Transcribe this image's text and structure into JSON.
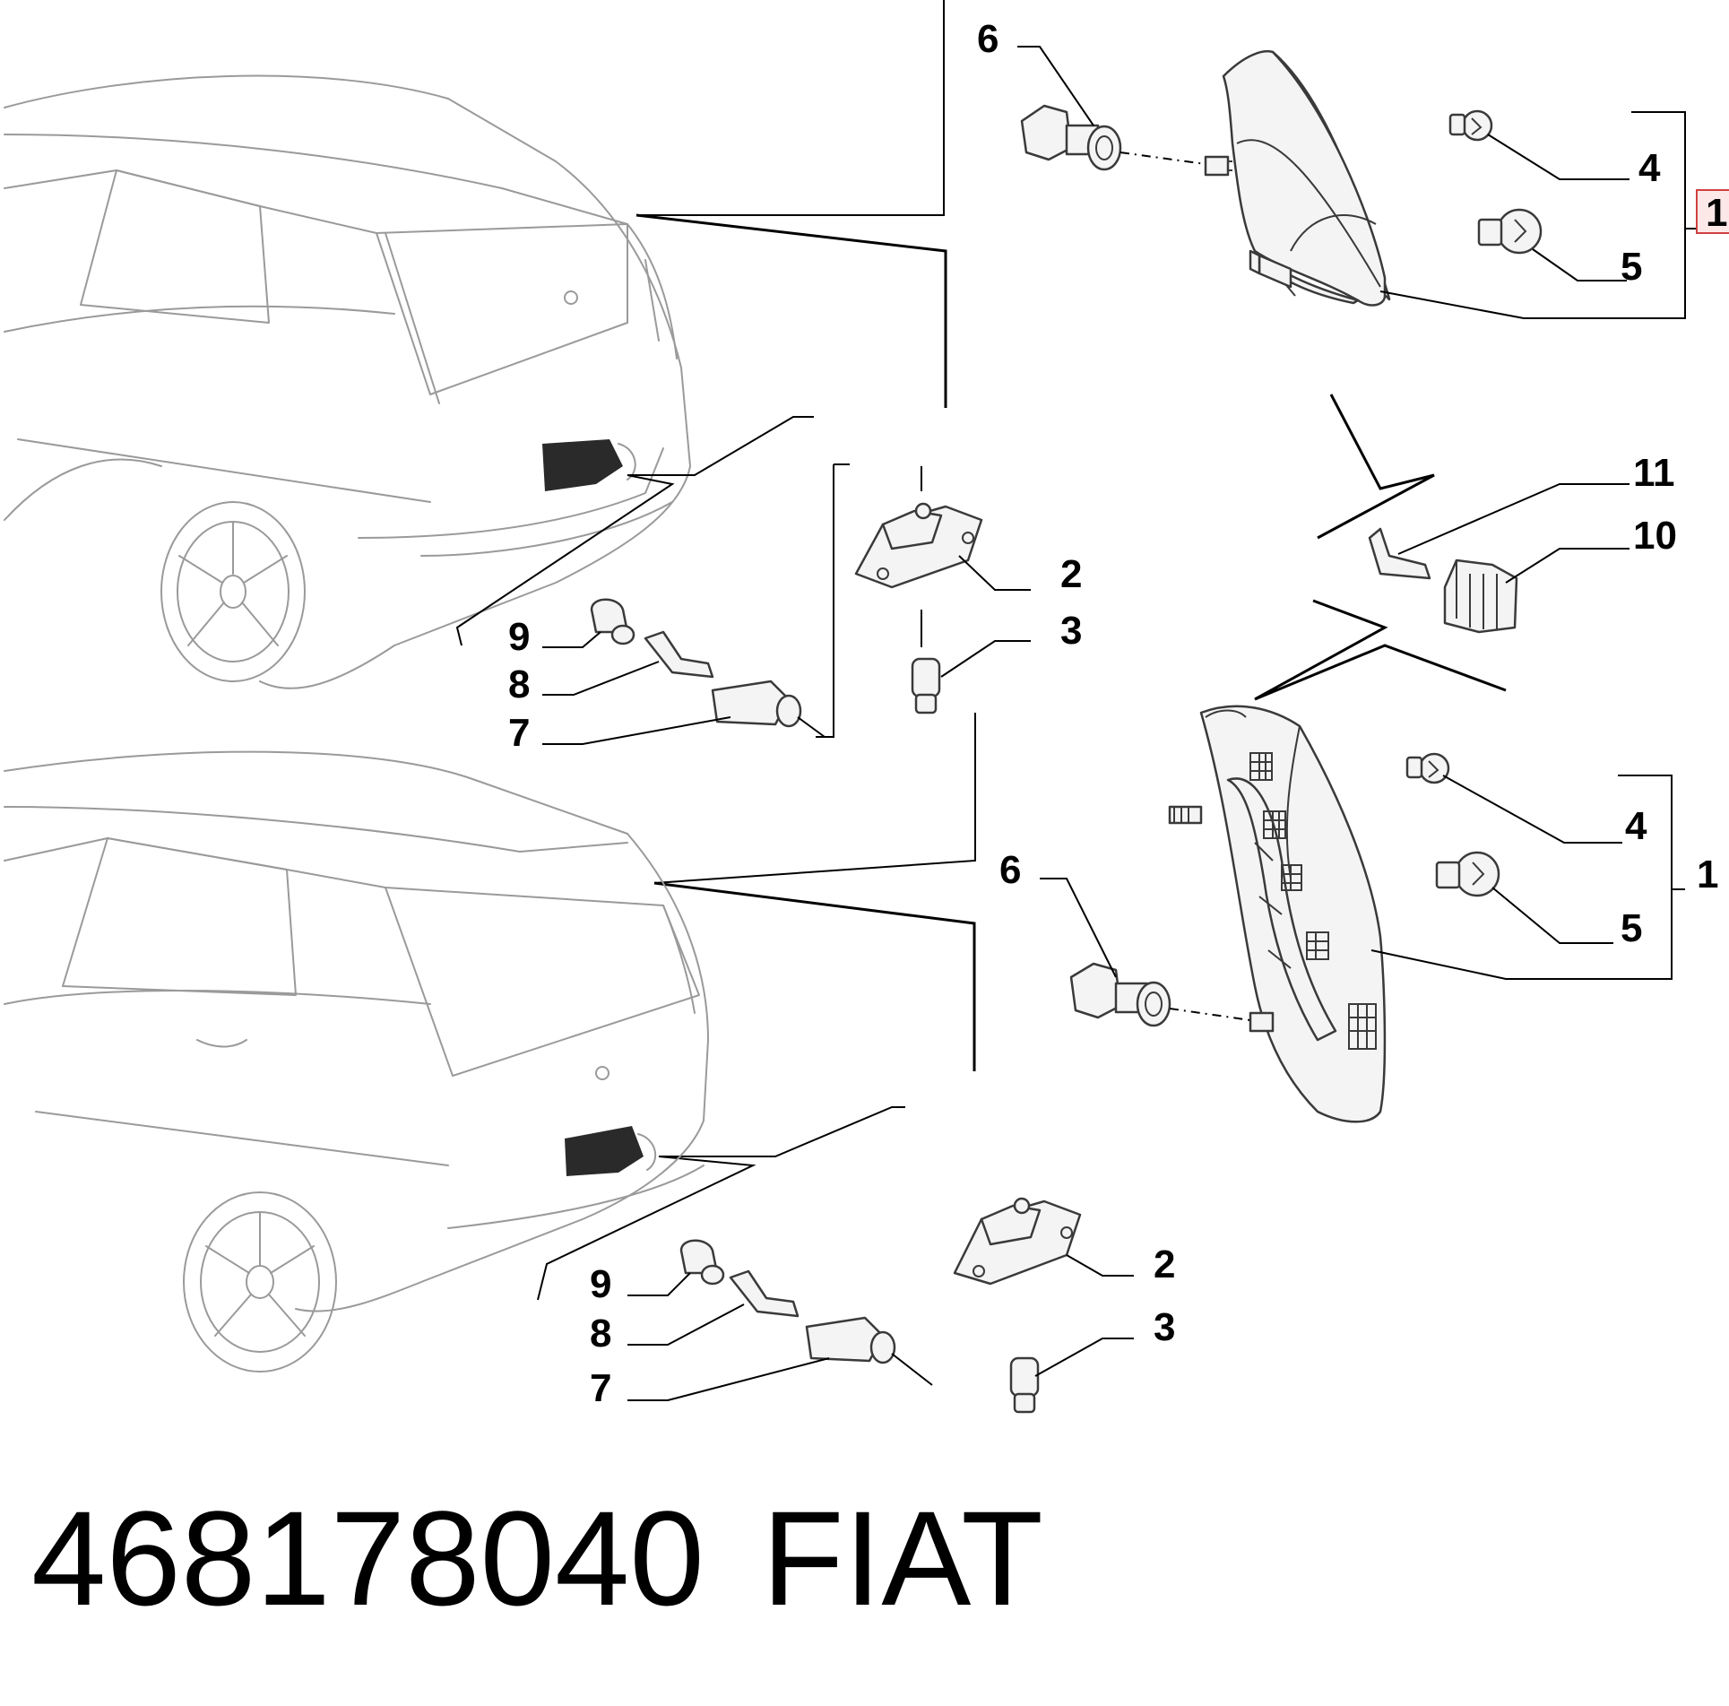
{
  "diagram": {
    "callouts": {
      "upper": {
        "p6": "6",
        "p4": "4",
        "p5": "5",
        "p1": "1",
        "p11": "11",
        "p10": "10",
        "p2": "2",
        "p3": "3",
        "p9": "9",
        "p8": "8",
        "p7": "7"
      },
      "lower": {
        "p4": "4",
        "p1": "1",
        "p6": "6",
        "p5": "5",
        "p2": "2",
        "p3": "3",
        "p9": "9",
        "p8": "8",
        "p7": "7"
      }
    },
    "highlight_color": "#d04040"
  },
  "footer": {
    "part_number": "468178040",
    "brand": "FIAT"
  }
}
